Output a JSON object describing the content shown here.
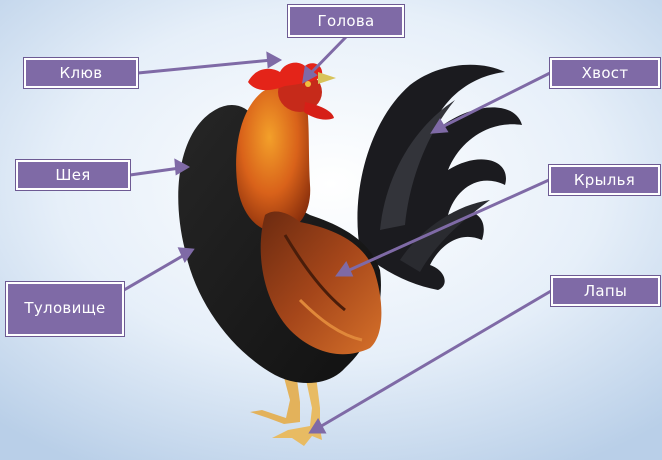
{
  "labels": {
    "head": "Голова",
    "beak": "Клюв",
    "neck": "Шея",
    "body": "Туловище",
    "tail": "Хвост",
    "wings": "Крылья",
    "legs": "Лапы"
  },
  "colors": {
    "label_fill": "#7f6aa6",
    "connector": "#7f6aa6",
    "background": "#dbe7f5"
  },
  "subject": "rooster-icon"
}
